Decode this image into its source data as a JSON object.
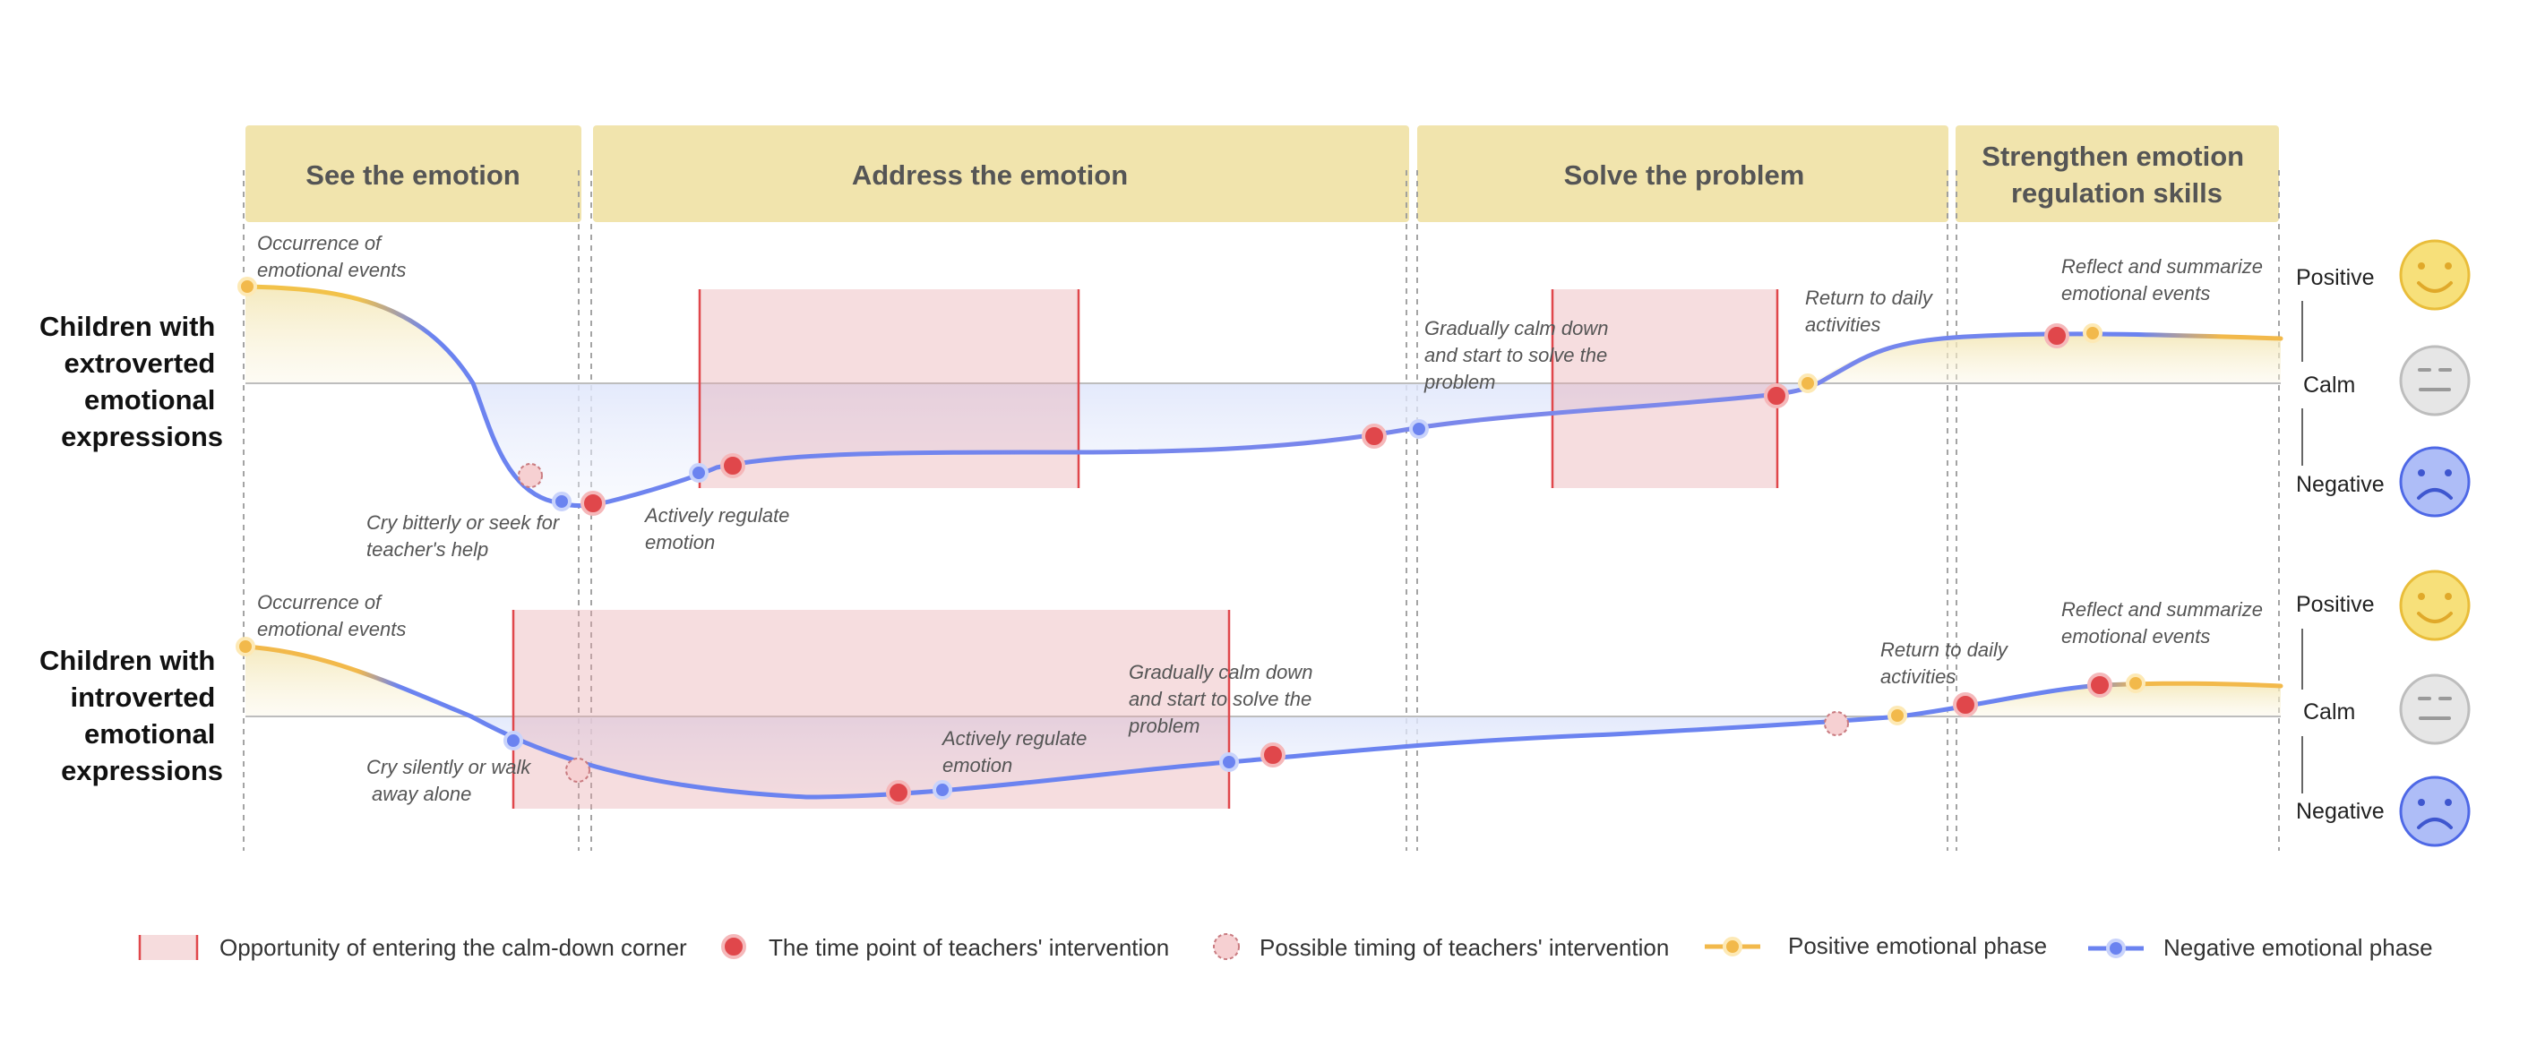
{
  "phases": [
    "See the emotion",
    "Address the emotion",
    "Solve the problem",
    [
      "Strengthen emotion",
      "regulation skills"
    ]
  ],
  "rows": [
    {
      "label": [
        "Children with",
        "extroverted",
        "emotional",
        "expressions"
      ],
      "annotations": [
        [
          "Occurrence of",
          "emotional events"
        ],
        [
          "Cry bitterly or seek for",
          "teacher's help"
        ],
        [
          "Actively regulate",
          "emotion"
        ],
        [
          "Gradually calm down",
          "and start to solve the",
          "problem"
        ],
        [
          "Return to daily",
          "activities"
        ],
        [
          "Reflect and summarize",
          "emotional events"
        ]
      ]
    },
    {
      "label": [
        "Children with",
        "introverted",
        "emotional",
        "expressions"
      ],
      "annotations": [
        [
          "Occurrence of",
          "emotional events"
        ],
        [
          "Cry silently or walk",
          "away alone"
        ],
        [
          "Actively regulate",
          "emotion"
        ],
        [
          "Gradually calm down",
          "and start to solve the",
          "problem"
        ],
        [
          "Return to daily",
          "activities"
        ],
        [
          "Reflect and summarize",
          "emotional events"
        ]
      ]
    }
  ],
  "scale": {
    "positive": "Positive",
    "calm": "Calm",
    "negative": "Negative"
  },
  "legend": {
    "calm_corner": "Opportunity of entering the calm-down corner",
    "intervention": "The time point of teachers' intervention",
    "possible_intervention": "Possible timing of teachers' intervention",
    "positive_phase": "Positive emotional phase",
    "negative_phase": "Negative emotional phase"
  },
  "colors": {
    "phase_header": "#f1e4ad",
    "calm_corner_fill": "#f6dcdd",
    "calm_corner_edge": "#e0474b",
    "intervention": "#e0474b",
    "positive": "#f2b94b",
    "negative": "#6b83f0",
    "face_positive": "#f7e07a",
    "face_calm": "#e6e6e6",
    "face_negative": "#aebdf7"
  }
}
